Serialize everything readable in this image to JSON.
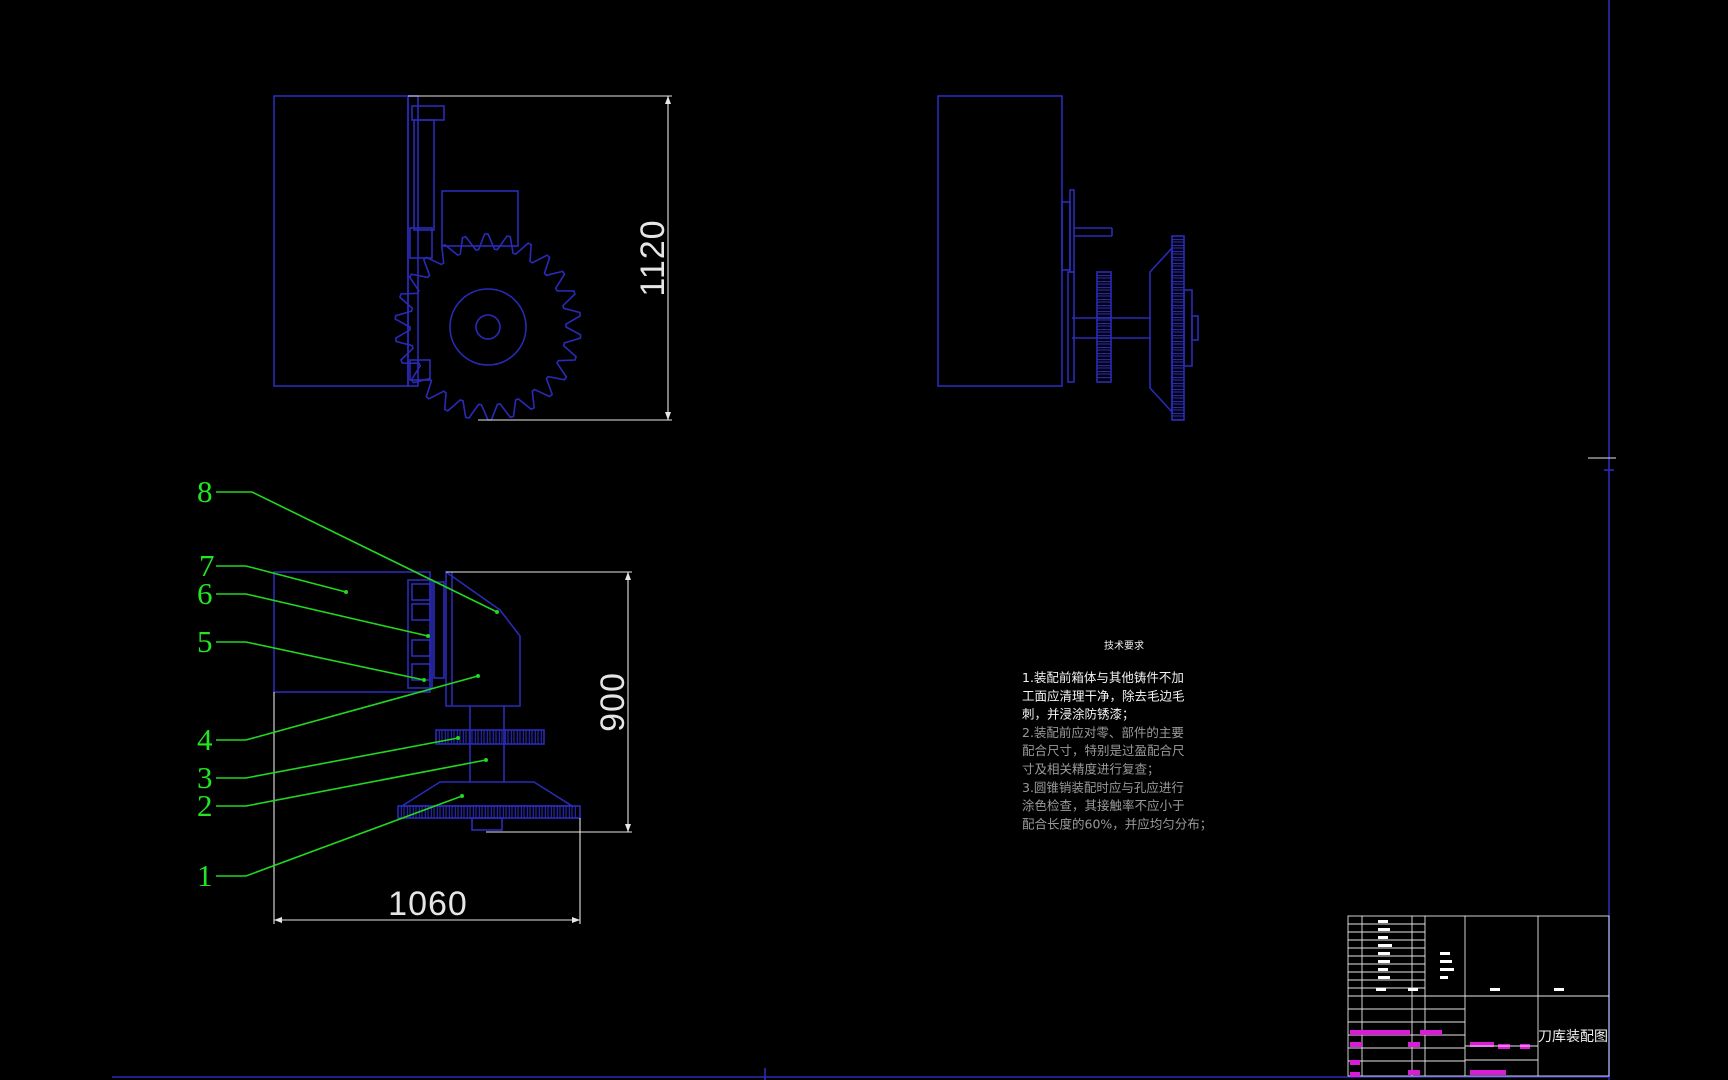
{
  "drawing": {
    "title_block_name": "刀库装配图",
    "tech_requirements_heading": "技术要求",
    "tech_requirements": [
      {
        "text": "1.装配前箱体与其他铸件不加",
        "tone": "white"
      },
      {
        "text": "工面应清理干净，除去毛边毛",
        "tone": "white"
      },
      {
        "text": "刺，并浸涂防锈漆；",
        "tone": "white"
      },
      {
        "text": "2.装配前应对零、部件的主要",
        "tone": "gray"
      },
      {
        "text": "配合尺寸，特别是过盈配合尺",
        "tone": "gray"
      },
      {
        "text": "寸及相关精度进行复查；",
        "tone": "gray"
      },
      {
        "text": "3.圆锥销装配时应与孔应进行",
        "tone": "gray"
      },
      {
        "text": "涂色检查，其接触率不应小于",
        "tone": "gray"
      },
      {
        "text": "配合长度的60%，并应均匀分布；",
        "tone": "gray"
      }
    ],
    "dimensions": {
      "overall_height_top_view": "1120",
      "overall_height_bottom_view": "900",
      "overall_width_bottom_view": "1060"
    },
    "balloons": [
      "1",
      "2",
      "3",
      "4",
      "5",
      "6",
      "7",
      "8"
    ]
  },
  "colors": {
    "background": "#000000",
    "geometry": "#2a2ab8",
    "leader": "#22d622",
    "dimension": "#e6e6e6",
    "title_block_magenta": "#d81cd8"
  }
}
